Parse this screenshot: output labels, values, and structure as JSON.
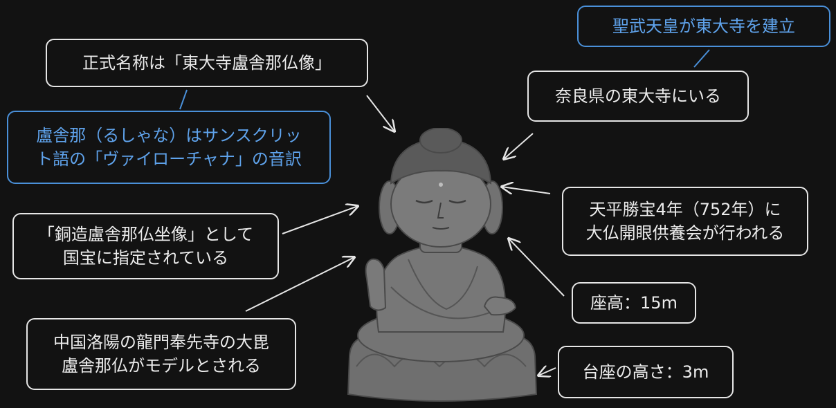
{
  "colors": {
    "background": "#121212",
    "box_border": "#e6e6e6",
    "text": "#ececec",
    "accent_blue": "#4a90d9",
    "statue_gray": "#6f6f6f"
  },
  "icons": {
    "statue": "seated-buddha-illustration"
  },
  "notes": {
    "official_name": "正式名称は「東大寺盧舎那仏像」",
    "vairocana_line1": "盧舎那（るしゃな）はサンスクリッ",
    "vairocana_line2": "ト語の「ヴァイローチャナ」の音訳",
    "national_treasure_line1": "「銅造盧舎那仏坐像」として",
    "national_treasure_line2": "国宝に指定されている",
    "model_line1": "中国洛陽の龍門奉先寺の大毘",
    "model_line2": "盧舎那仏がモデルとされる",
    "shomu": "聖武天皇が東大寺を建立",
    "location": "奈良県の東大寺にいる",
    "eye_opening_line1": "天平勝宝4年（752年）に",
    "eye_opening_line2": "大仏開眼供養会が行われる",
    "seat_height": "座高：15m",
    "pedestal_height": "台座の高さ：3m"
  }
}
